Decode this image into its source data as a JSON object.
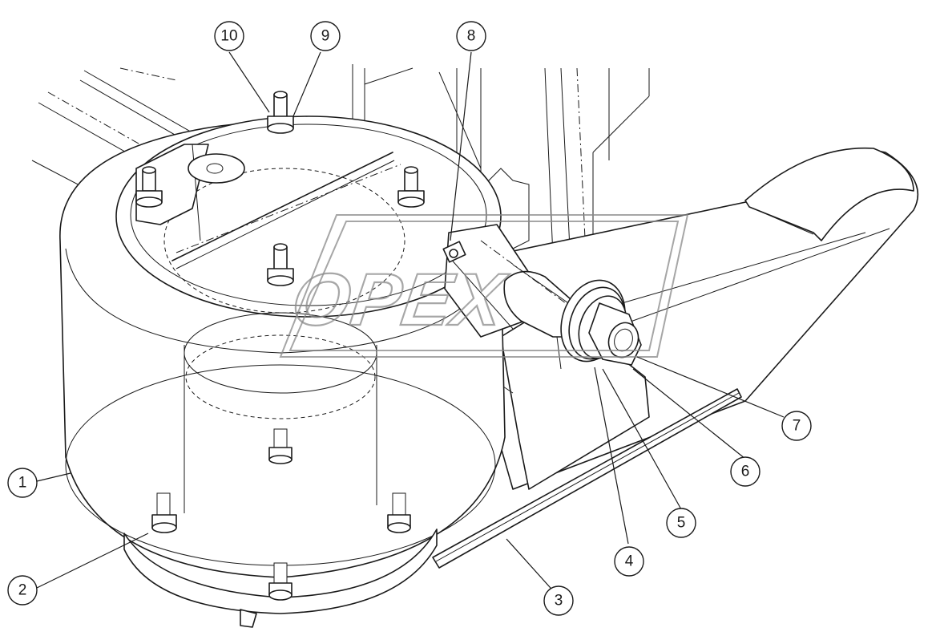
{
  "watermark": {
    "text": "OPEX"
  },
  "callouts": [
    {
      "label": "1"
    },
    {
      "label": "2"
    },
    {
      "label": "3"
    },
    {
      "label": "4"
    },
    {
      "label": "5"
    },
    {
      "label": "6"
    },
    {
      "label": "7"
    },
    {
      "label": "8"
    },
    {
      "label": "9"
    },
    {
      "label": "10"
    }
  ]
}
